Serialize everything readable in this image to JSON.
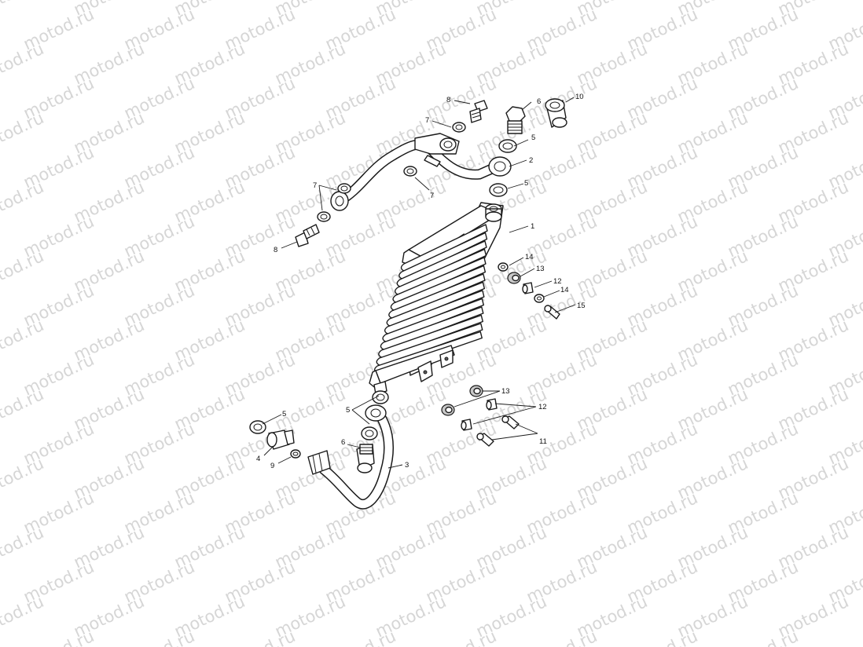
{
  "watermark": {
    "text": "motod.ru",
    "color": "#d6d6d6"
  },
  "diagram": {
    "background": "#ffffff",
    "line_color": "#1a1a1a"
  },
  "callouts": {
    "c1": "1",
    "c2": "2",
    "c3": "3",
    "c4": "4",
    "c5a": "5",
    "c5b": "5",
    "c5c": "5",
    "c5d": "5",
    "c6a": "6",
    "c6b": "6",
    "c7a": "7",
    "c7b": "7",
    "c7c": "7",
    "c8a": "8",
    "c8b": "8",
    "c9": "9",
    "c10": "10",
    "c11": "11",
    "c12a": "12",
    "c12b": "12",
    "c13a": "13",
    "c13b": "13",
    "c14a": "14",
    "c14b": "14",
    "c15": "15"
  }
}
